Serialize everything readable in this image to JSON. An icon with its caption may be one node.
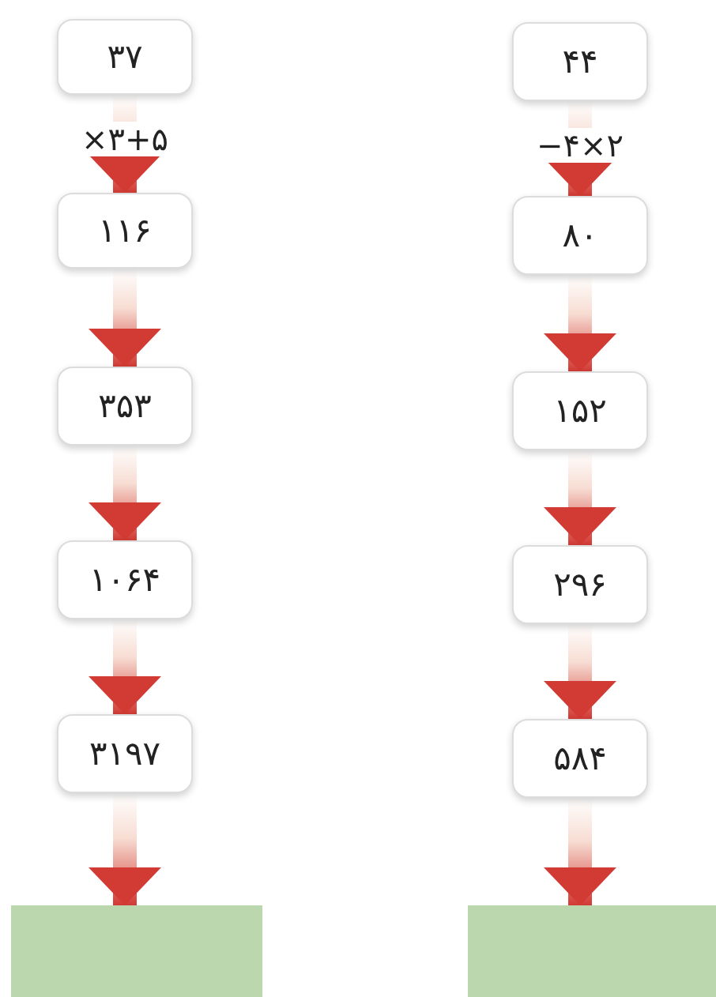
{
  "diagram": {
    "nodes": [
      {
        "text": [
          "۳۷"
        ]
      },
      {
        "text": [
          "۱۱۶"
        ]
      },
      {
        "text": [
          "۳۵۳"
        ]
      },
      {
        "text": [
          "۱۰۶۴"
        ]
      },
      {
        "text": [
          "۳۱۹۷"
        ]
      },
      {
        "text": [],
        "shape": "box"
      },
      {
        "text": [
          "۴۴"
        ]
      },
      {
        "text": [
          "۸۰"
        ]
      },
      {
        "text": [
          "۱۵۲"
        ]
      },
      {
        "text": [
          "۲۹۶"
        ]
      },
      {
        "text": [
          "۵۸۴"
        ]
      },
      {
        "text": [],
        "shape": "box"
      }
    ],
    "edges": [
      {
        "from": 0,
        "to": 1,
        "arrow": "to",
        "label": "×۳+۵"
      },
      {
        "from": 1,
        "to": 2,
        "arrow": "to"
      },
      {
        "from": 2,
        "to": 3,
        "arrow": "to"
      },
      {
        "from": 3,
        "to": 4,
        "arrow": "to"
      },
      {
        "from": 4,
        "to": 5,
        "arrow": "to"
      },
      {
        "from": 6,
        "to": 7,
        "arrow": "to",
        "label": "−۴×۲"
      },
      {
        "from": 7,
        "to": 8,
        "arrow": "to"
      },
      {
        "from": 8,
        "to": 9,
        "arrow": "to"
      },
      {
        "from": 9,
        "to": 10,
        "arrow": "to"
      },
      {
        "from": 10,
        "to": 11,
        "arrow": "to"
      }
    ]
  }
}
